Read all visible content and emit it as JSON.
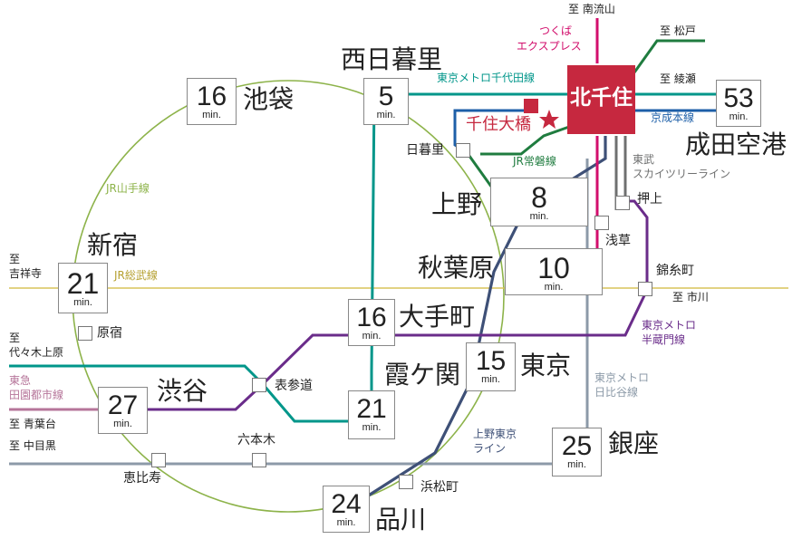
{
  "colors": {
    "yamanote": "#8db34a",
    "sobu": "#d8c45a",
    "chiyoda": "#00968a",
    "joban": "#1f7c3f",
    "keisei": "#1d5fa8",
    "tx": "#d20e6c",
    "hanzomon": "#6a2c8a",
    "hibiya": "#8c9aa8",
    "ueno_tokyo": "#3e5077",
    "tokyu": "#b6759a",
    "tobu": "#6f7070",
    "kitasenju": "#c6283f"
  },
  "icons": {
    "star": "star-icon"
  },
  "hub": {
    "name": "北千住",
    "local_station": "千住大橋"
  },
  "destinations": [
    {
      "id": "nishinippori",
      "name": "西日暮里",
      "minutes": "5",
      "unit": "min."
    },
    {
      "id": "ikebukuro",
      "name": "池袋",
      "minutes": "16",
      "unit": "min."
    },
    {
      "id": "narita",
      "name": "成田空港",
      "minutes": "53",
      "unit": "min."
    },
    {
      "id": "ueno",
      "name": "上野",
      "minutes": "8",
      "unit": "min."
    },
    {
      "id": "shinjuku",
      "name": "新宿",
      "minutes": "21",
      "unit": "min."
    },
    {
      "id": "akihabara",
      "name": "秋葉原",
      "minutes": "10",
      "unit": "min."
    },
    {
      "id": "otemachi",
      "name": "大手町",
      "minutes": "16",
      "unit": "min."
    },
    {
      "id": "tokyo",
      "name": "東京",
      "minutes": "15",
      "unit": "min."
    },
    {
      "id": "kasumigaseki",
      "name": "霞ケ関",
      "minutes": "21",
      "unit": "min."
    },
    {
      "id": "shibuya",
      "name": "渋谷",
      "minutes": "27",
      "unit": "min."
    },
    {
      "id": "ginza",
      "name": "銀座",
      "minutes": "25",
      "unit": "min."
    },
    {
      "id": "shinagawa",
      "name": "品川",
      "minutes": "24",
      "unit": "min."
    }
  ],
  "stations": {
    "nippori": "日暮里",
    "oshiage": "押上",
    "asakusa": "浅草",
    "kinshicho": "錦糸町",
    "harajuku": "原宿",
    "omotesando": "表参道",
    "roppongi": "六本木",
    "ebisu": "恵比寿",
    "hamamatsucho": "浜松町"
  },
  "lines": {
    "chiyoda": "東京メトロ千代田線",
    "keisei": "京成本線",
    "tx_1": "つくば",
    "tx_2": "エクスプレス",
    "joban": "JR常磐線",
    "tobu_1": "東武",
    "tobu_2": "スカイツリーライン",
    "yamanote": "JR山手線",
    "sobu": "JR総武線",
    "hanzomon_1": "東京メトロ",
    "hanzomon_2": "半蔵門線",
    "hibiya_1": "東京メトロ",
    "hibiya_2": "日比谷線",
    "ueno_tokyo_1": "上野東京",
    "ueno_tokyo_2": "ライン",
    "tokyu_1": "東急",
    "tokyu_2": "田園都市線"
  },
  "directions": {
    "minaminagareyama": "至 南流山",
    "matsudo": "至 松戸",
    "ayase": "至 綾瀬",
    "kichijoji_1": "至",
    "kichijoji_2": "吉祥寺",
    "yoyogiuehara_1": "至",
    "yoyogiuehara_2": "代々木上原",
    "ichikawa": "至 市川",
    "aobadai": "至 青葉台",
    "nakameguro": "至 中目黒"
  }
}
